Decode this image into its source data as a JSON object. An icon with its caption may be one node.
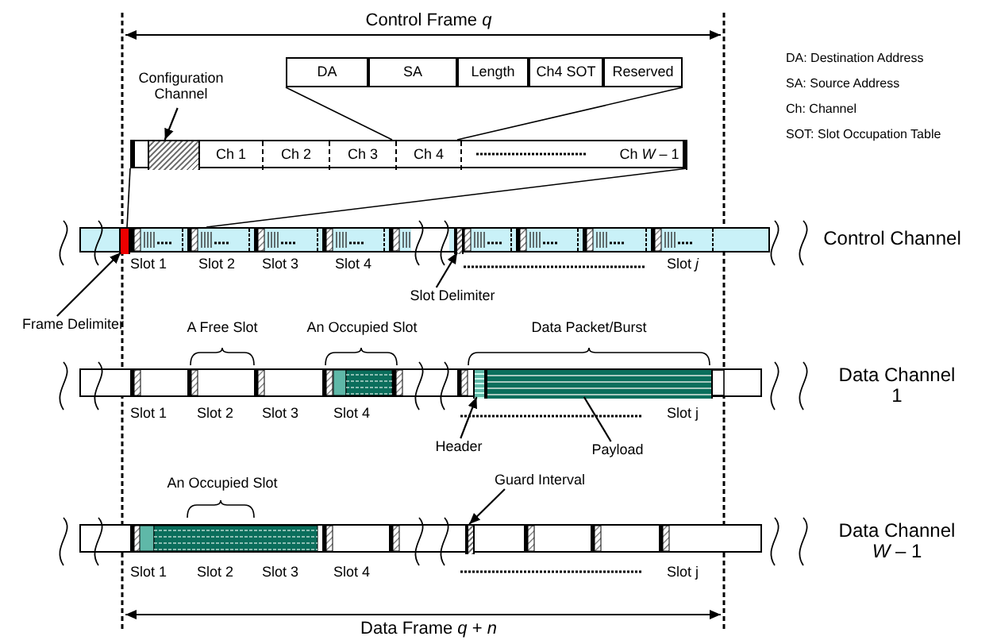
{
  "diagram": {
    "nodes": [
      {
        "text": [
          "DA"
        ]
      },
      {
        "text": [
          "SA"
        ]
      },
      {
        "text": [
          "Length"
        ]
      },
      {
        "text": [
          "Ch4 SOT"
        ]
      },
      {
        "text": [
          "Reserved"
        ]
      },
      {
        "text": [
          "Configuration Channel"
        ]
      },
      {
        "text": [],
        "shape": "bar"
      },
      {
        "text": [],
        "shape": "box",
        "in": 6
      },
      {
        "text": [
          "Ch 1"
        ],
        "in": 6
      },
      {
        "text": [
          "Ch 2"
        ],
        "in": 6
      },
      {
        "text": [
          "Ch 3"
        ],
        "in": 6
      },
      {
        "text": [
          "Ch 4"
        ],
        "in": 6
      },
      {
        "text": [
          "Ch *W* – 1"
        ],
        "in": 6
      },
      {
        "text": [],
        "shape": "bar"
      },
      {
        "text": [],
        "shape": "box",
        "in": 13
      },
      {
        "text": [],
        "shape": "box",
        "in": 13
      },
      {
        "text": [
          "Frame Delimiter"
        ]
      },
      {
        "text": [
          "Slot Delimiter"
        ]
      },
      {
        "text": [],
        "shape": "bar"
      },
      {
        "text": [],
        "shape": "box",
        "in": 18
      },
      {
        "text": [],
        "shape": "box",
        "in": 18
      },
      {
        "text": [
          "Header"
        ]
      },
      {
        "text": [
          "Payload"
        ]
      },
      {
        "text": [],
        "shape": "bar"
      },
      {
        "text": [],
        "shape": "box",
        "in": 23
      },
      {
        "text": [
          "Guard Interval"
        ]
      }
    ],
    "edges": [
      {
        "from": 5,
        "to": 7,
        "arrow": "to"
      },
      {
        "from": 16,
        "to": 14,
        "arrow": "to"
      },
      {
        "from": 17,
        "to": 15,
        "arrow": "to"
      },
      {
        "from": 21,
        "to": 19,
        "arrow": "to"
      },
      {
        "from": 22,
        "to": 20,
        "arrow": "none"
      },
      {
        "from": 25,
        "to": 24,
        "arrow": "to"
      },
      {
        "from": 0,
        "to": 11,
        "arrow": "none"
      },
      {
        "from": 4,
        "to": 11,
        "arrow": "none"
      },
      {
        "from": 6,
        "to": 13,
        "arrow": "none"
      },
      {
        "from": 6,
        "to": 13,
        "arrow": "none"
      }
    ],
    "labels": [
      "Control Frame *q*",
      "DA: Destination Address",
      "SA: Source Address",
      "Ch: Channel",
      "SOT: Slot Occupation Table",
      "Control Channel",
      "Slot 1",
      "Slot 2",
      "Slot 3",
      "Slot 4",
      "Slot *j*",
      "A Free Slot",
      "An Occupied Slot",
      "Data Packet/Burst",
      "Data Channel 1",
      "Slot 1",
      "Slot 2",
      "Slot 3",
      "Slot 4",
      "Slot j",
      "An Occupied Slot",
      "Data Channel *W* – 1",
      "Slot 1",
      "Slot 2",
      "Slot 3",
      "Slot 4",
      "Slot j",
      "Data Frame *q* + *n*"
    ]
  }
}
